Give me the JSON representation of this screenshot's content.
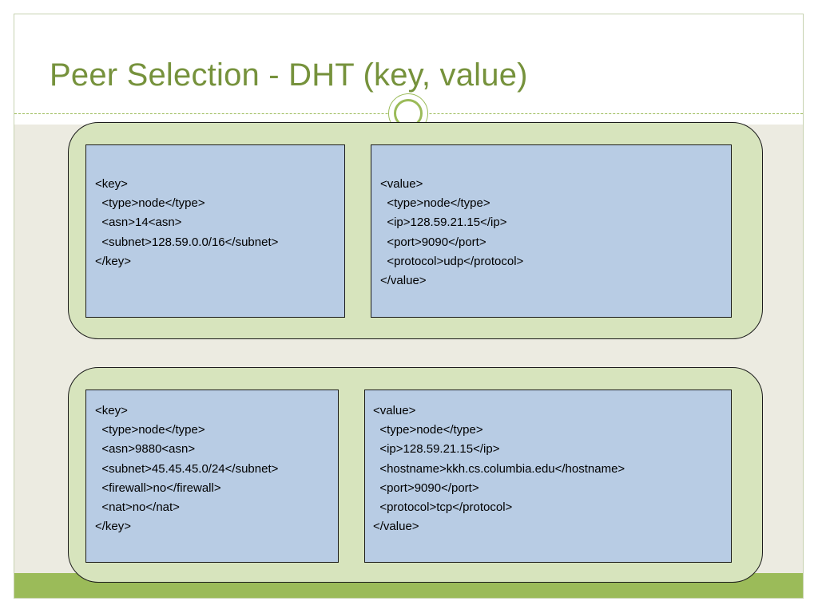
{
  "slide": {
    "title": "Peer Selection  - DHT (key, value)"
  },
  "entries": [
    {
      "key_text": "<key>\n  <type>node</type>\n  <asn>14<asn>\n  <subnet>128.59.0.0/16</subnet>\n</key>",
      "value_text": "<value>\n  <type>node</type>\n  <ip>128.59.21.15</ip>\n  <port>9090</port>\n  <protocol>udp</protocol>\n</value>"
    },
    {
      "key_text": "<key>\n  <type>node</type>\n  <asn>9880<asn>\n  <subnet>45.45.45.0/24</subnet>\n  <firewall>no</firewall>\n  <nat>no</nat>\n</key>",
      "value_text": "<value>\n  <type>node</type>\n  <ip>128.59.21.15</ip>\n  <hostname>kkh.cs.columbia.edu</hostname>\n  <port>9090</port>\n  <protocol>tcp</protocol>\n</value>"
    }
  ],
  "colors": {
    "title": "#76923c",
    "accent": "#9bbb59",
    "group_fill": "#d7e4bd",
    "box_fill": "#b8cce4",
    "content_background": "#ecebe1"
  }
}
